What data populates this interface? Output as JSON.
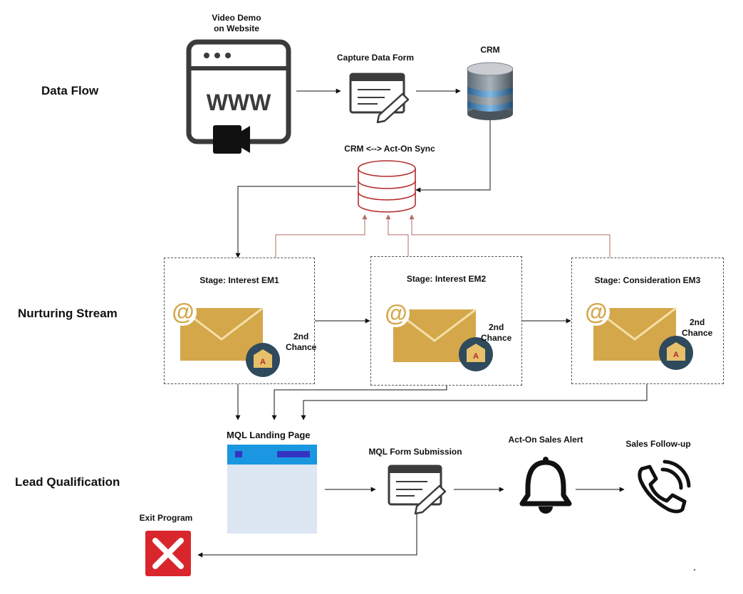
{
  "sections": {
    "data_flow": "Data Flow",
    "nurturing_stream": "Nurturing Stream",
    "lead_qualification": "Lead Qualification"
  },
  "nodes": {
    "video_demo_line1": "Video Demo",
    "video_demo_line2": "on Website",
    "www_text": "WWW",
    "capture_form": "Capture Data Form",
    "crm": "CRM",
    "sync": "CRM <--> Act-On Sync",
    "stage1": "Stage: Interest EM1",
    "stage2": "Stage: Interest EM2",
    "stage3": "Stage: Consideration EM3",
    "second": "2nd",
    "chance": "Chance",
    "email_at": "@",
    "badge_letter": "A",
    "mql_landing": "MQL Landing Page",
    "mql_form": "MQL Form Submission",
    "sales_alert": "Act-On Sales Alert",
    "sales_followup": "Sales Follow-up",
    "exit_program": "Exit Program"
  },
  "colors": {
    "icon_dark": "#3b3b3b",
    "envelope": "#d4a74a",
    "envelope_flap": "#e6c06a",
    "badge": "#2f4a5c",
    "sync_red": "#b52a2a",
    "sync_line": "#b56b63",
    "landing_blue": "#1a97e0",
    "landing_body": "#dde6f3",
    "landing_accent": "#3434c4",
    "exit_red": "#d9262c",
    "db_top": "#c9ccd0",
    "db_band": "#4a8bc4"
  },
  "icons": [
    "browser-video-icon",
    "form-pencil-icon",
    "database-icon",
    "sync-database-icon",
    "email-icon",
    "bell-icon",
    "phone-icon",
    "close-icon"
  ]
}
